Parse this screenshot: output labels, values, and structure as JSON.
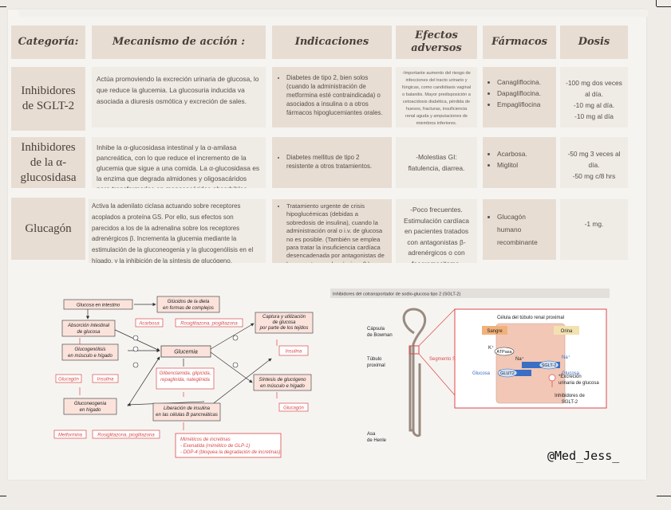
{
  "headers": {
    "categoria": "Categoría:",
    "mecanismo": "Mecanismo de acción :",
    "indicaciones": "Indicaciones",
    "efectos": "Efectos adversos",
    "farmacos": "Fármacos",
    "dosis": "Dosis"
  },
  "rows": [
    {
      "categoria": "Inhibidores de SGLT-2",
      "mecanismo": "Actúa promoviendo la excreción urinaria de glucosa, lo que reduce la glucemia. La glucosuria inducida va asociada a diuresis osmótica y excreción de sales.",
      "indicaciones": [
        "Diabetes de tipo 2, bien solos (cuando la administración de metformina esté contraindicada) o asociados a insulina o a otros fármacos hipoglucemiantes orales."
      ],
      "efectos": "-Importante aumento del riesgo de infecciones del tracto urinario y fúngicas, como candidiasis vaginal o balanitis. Mayor predisposición a cetoacidosis diabética, pérdida de huesos, fracturas, insuficiencia renal aguda y amputaciones de miembros inferiores.",
      "farmacos": [
        "Canagliflocina.",
        "Dapagliflocina.",
        "Empagliflocina"
      ],
      "dosis": [
        "-100 mg dos veces al día.",
        "-10 mg al día.",
        "-10 mg al día"
      ]
    },
    {
      "categoria": "Inhibidores de la α-glucosidasa",
      "mecanismo": "Inhibe la α-glucosidasa intestinal y la α-amilasa pancreática, con lo que reduce el incremento de la glucemia que sigue a una comida. La α-glucosidasa es la enzima que degrada almidones y oligosacáridos para transformarlos en monosacáridos absorbibles.",
      "indicaciones": [
        "Diabetes mellitus de tipo 2 resistente a otros tratamientos."
      ],
      "efectos": "-Molestias GI: flatulencia, diarrea.",
      "farmacos": [
        "Acarbosa.",
        "Miglitol"
      ],
      "dosis": [
        "-50 mg 3 veces al día.",
        "-50 mg c/8 hrs"
      ]
    },
    {
      "categoria": "Glucagón",
      "mecanismo": "Activa la adenilato ciclasa actuando sobre receptores acoplados a proteína GS. Por ello, sus efectos son parecidos a los de la adrenalina sobre los receptores adrenérgicos β. Incrementa la glucemia mediante la estimulación de la gluconeogenia y la glucogenólisis en el hígado, y la inhibición de la síntesis de glucógeno.",
      "indicaciones": [
        "Tratamiento urgente de crisis hipoglucémicas (debidas a sobredosis de insulina), cuando la administración oral o i.v. de glucosa no es posible. (También se emplea para tratar la insuficiencia cardíaca desencadenada por antagonistas de los receptores adrenérgicos β.)"
      ],
      "efectos": "-Poco frecuentes. Estimulación cardíaca en pacientes tratados con antagonistas β-adrenérgicos o con feocromocitoma.",
      "farmacos": [
        "Glucagón humano recombinante"
      ],
      "dosis": [
        "-1 mg."
      ]
    }
  ],
  "left_diagram": {
    "glucosa_intestino": "Glucosa en intestino",
    "glucidos_dieta": "Glúcidos de la dieta en formas de complejos",
    "absorcion": "Absorción intestinal de glucosa",
    "acarbosa": "Acarbosa",
    "rosi_pio_1": "Rosiglitazona, pioglitazona",
    "captura": "Captura y utilización de glucosa por parte de los tejidos",
    "glucogenolisis": "Glucogenólisis en músculo e hígado",
    "glucemia": "Glucemia",
    "insulina_right": "Insulina",
    "glucagon_left": "Glucagón",
    "insulina_left": "Insulina",
    "sulfonilureas": "Glibenclamida, glipicida, repaglinida, nateglinida",
    "sintesis": "Síntesis de glucógeno en músculo e hígado",
    "gluconeogenia": "Gluconeogenia en hígado",
    "liberacion": "Liberación de insulina en las células B pancreáticas",
    "glucagon_right": "Glucagón",
    "metformina": "Metformina",
    "rosi_pio_2": "Rosiglitazona, pioglitazona",
    "incretinas_title": "Miméticos de incretinas",
    "incretinas_1": "- Exenatida (mimético de GLP-1)",
    "incretinas_2": "- DDP-4 (bloquea la degradación de incretinas)"
  },
  "right_diagram": {
    "title": "Inhibidores del cotransportador de sodio-glucosa tipo 2 (SGLT-2)",
    "capsula": "Cápsula de Bowman",
    "tubulo": "Túbulo proximal",
    "asa": "Asa de Henle",
    "segmento": "Segmento S1",
    "celula": "Célula del túbulo renal proximal",
    "sangre": "Sangre",
    "orina": "Orina",
    "k": "K⁺",
    "atpasa": "ATPasa",
    "na_left": "Na⁺",
    "na_right": "Na⁺",
    "glucosa_left": "Glucosa",
    "glut2": "GLUT2",
    "sglt2": "SGLT-2",
    "glucosa_right": "Glucosa",
    "excrecion": "*Excreción urinaria de glucosa",
    "inhibidores": "Inhibidores de SGLT-2"
  },
  "credit": "@Med_Jess_",
  "colors": {
    "accent_red": "#d94a4a",
    "header_bg": "#e7ddd3",
    "cell_light": "#efebe5",
    "text": "#4a3f3a"
  }
}
